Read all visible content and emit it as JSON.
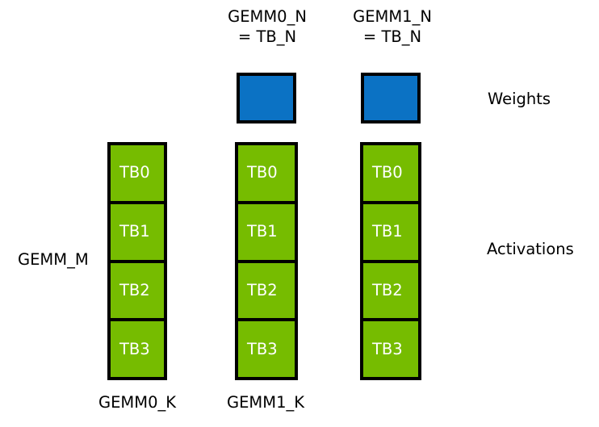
{
  "diagram": {
    "title_top": [
      {
        "line1": "GEMM0_N",
        "line2": "= TB_N"
      },
      {
        "line1": "GEMM1_N",
        "line2": "= TB_N"
      }
    ],
    "headers": {
      "gemm0_n": "GEMM0_N\n= TB_N",
      "gemm1_n": "GEMM1_N\n= TB_N"
    },
    "side_labels": {
      "weights": "Weights",
      "activations": "Activations"
    },
    "left_label": "GEMM_M",
    "footer_labels": {
      "gemm0_k": "GEMM0_K",
      "gemm1_k": "GEMM1_K"
    },
    "colors": {
      "weights_fill": "#0b72c4",
      "activations_fill": "#76bc00",
      "border": "#000000",
      "block_text": "#ffffff",
      "label_text": "#000000",
      "background": "#ffffff"
    },
    "weight_blocks": [
      {
        "id": "weights-gemm0",
        "label": ""
      },
      {
        "id": "weights-gemm1",
        "label": ""
      }
    ],
    "activation_columns": [
      {
        "id": "activations-gemm-m",
        "blocks": [
          "TB0",
          "TB1",
          "TB2",
          "TB3"
        ]
      },
      {
        "id": "activations-gemm0",
        "blocks": [
          "TB0",
          "TB1",
          "TB2",
          "TB3"
        ]
      },
      {
        "id": "activations-gemm1",
        "blocks": [
          "TB0",
          "TB1",
          "TB2",
          "TB3"
        ]
      }
    ]
  }
}
